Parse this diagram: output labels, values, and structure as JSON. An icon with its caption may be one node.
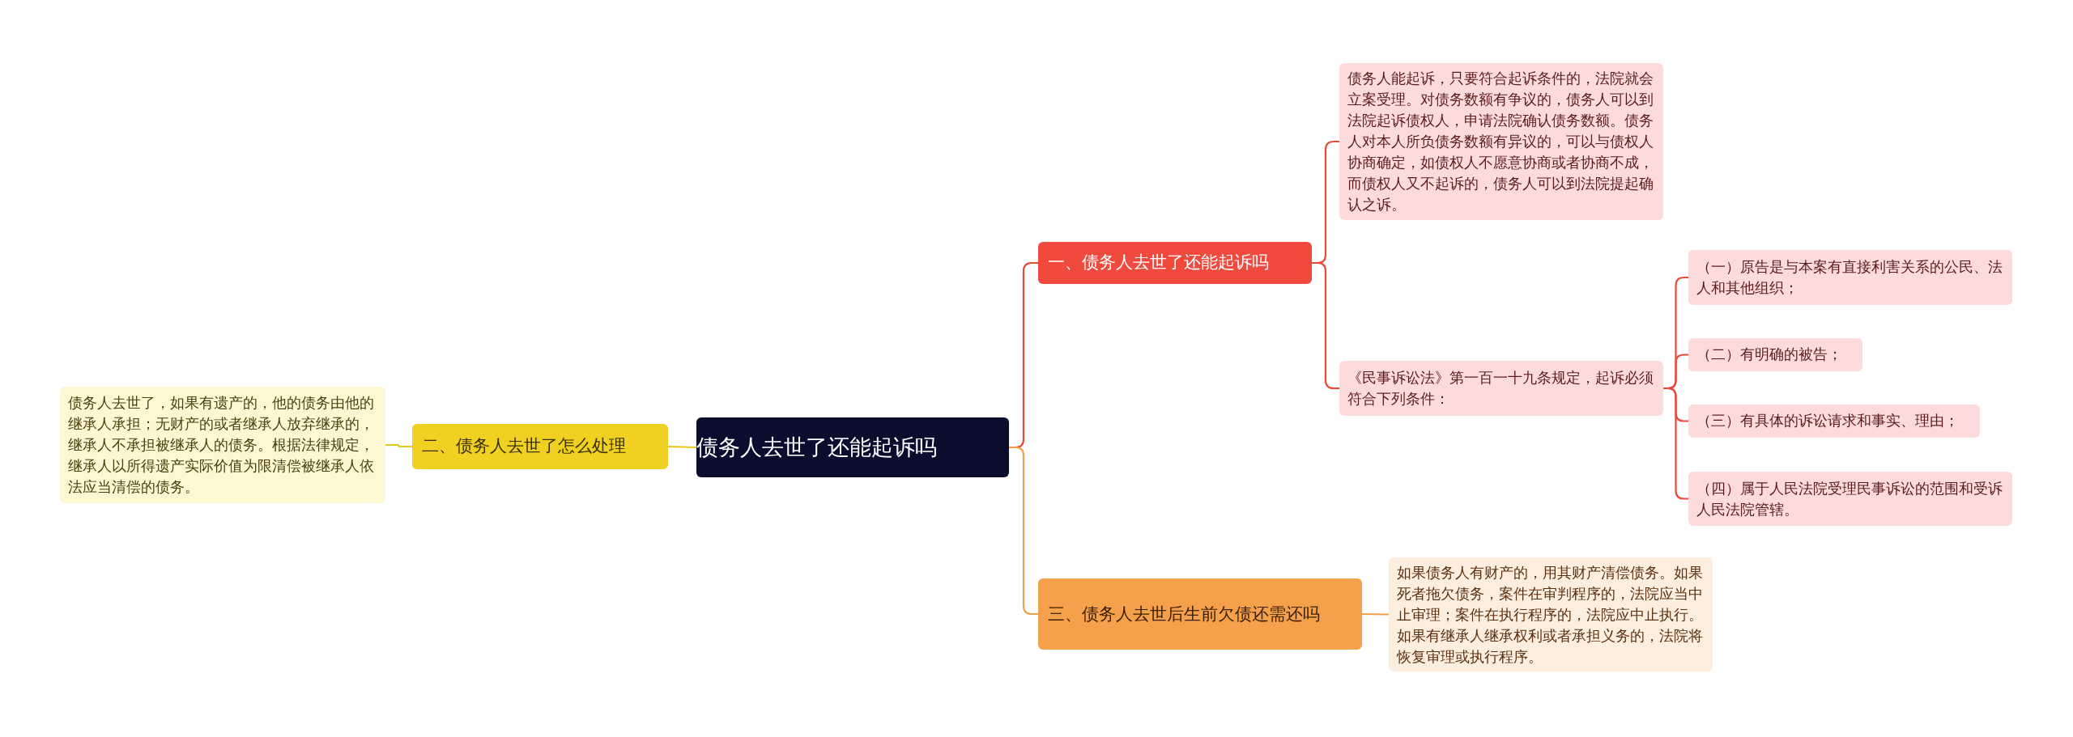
{
  "diagram": {
    "nodes": [
      {
        "text": [
          "债务人去世了还能起诉吗"
        ]
      },
      {
        "text": [
          "一、债务人去世了还能起诉吗"
        ]
      },
      {
        "text": [
          "债务人能起诉，只要符合起诉条件的，法院就会立案受理。对债务数额有争议的，债务人可以到法院起诉债权人，申请法院确认债务数额。债务人对本人所负债务数额有异议的，可以与债权人协商确定，如债权人不愿意协商或者协商不成，而债权人又不起诉的，债务人可以到法院提起确认之诉。"
        ]
      },
      {
        "text": [
          "《民事诉讼法》第一百一十九条规定，起诉必须符合下列条件："
        ]
      },
      {
        "text": [
          "（一）原告是与本案有直接利害关系的公民、法人和其他组织；"
        ]
      },
      {
        "text": [
          "（二）有明确的被告；"
        ]
      },
      {
        "text": [
          "（三）有具体的诉讼请求和事实、理由；"
        ]
      },
      {
        "text": [
          "（四）属于人民法院受理民事诉讼的范围和受诉人民法院管辖。"
        ]
      },
      {
        "text": [
          "二、债务人去世了怎么处理"
        ]
      },
      {
        "text": [
          "债务人去世了，如果有遗产的，他的债务由他的继承人承担；无财产的或者继承人放弃继承的，继承人不承担被继承人的债务。根据法律规定，继承人以所得遗产实际价值为限清偿被继承人依法应当清偿的债务。"
        ]
      },
      {
        "text": [
          "三、债务人去世后生前欠债还需还吗"
        ]
      },
      {
        "text": [
          "如果债务人有财产的，用其财产清偿债务。如果死者拖欠债务，案件在审判程序的，法院应当中止审理；案件在执行程序的，法院应中止执行。如果有继承人继承权利或者承担义务的，法院将恢复审理或执行程序。"
        ]
      }
    ],
    "edges": [
      {
        "from": 0,
        "to": 1,
        "arrow": "none"
      },
      {
        "from": 1,
        "to": 2,
        "arrow": "none"
      },
      {
        "from": 1,
        "to": 3,
        "arrow": "none"
      },
      {
        "from": 3,
        "to": 4,
        "arrow": "none"
      },
      {
        "from": 3,
        "to": 5,
        "arrow": "none"
      },
      {
        "from": 3,
        "to": 6,
        "arrow": "none"
      },
      {
        "from": 3,
        "to": 7,
        "arrow": "none"
      },
      {
        "from": 0,
        "to": 8,
        "arrow": "none",
        "color": "#e8c81a"
      },
      {
        "from": 8,
        "to": 9,
        "arrow": "none",
        "color": "#e8c81a"
      },
      {
        "from": 0,
        "to": 10,
        "arrow": "none",
        "color": "#f0a04a"
      },
      {
        "from": 10,
        "to": 11,
        "arrow": "none",
        "color": "#f0a04a"
      }
    ]
  }
}
